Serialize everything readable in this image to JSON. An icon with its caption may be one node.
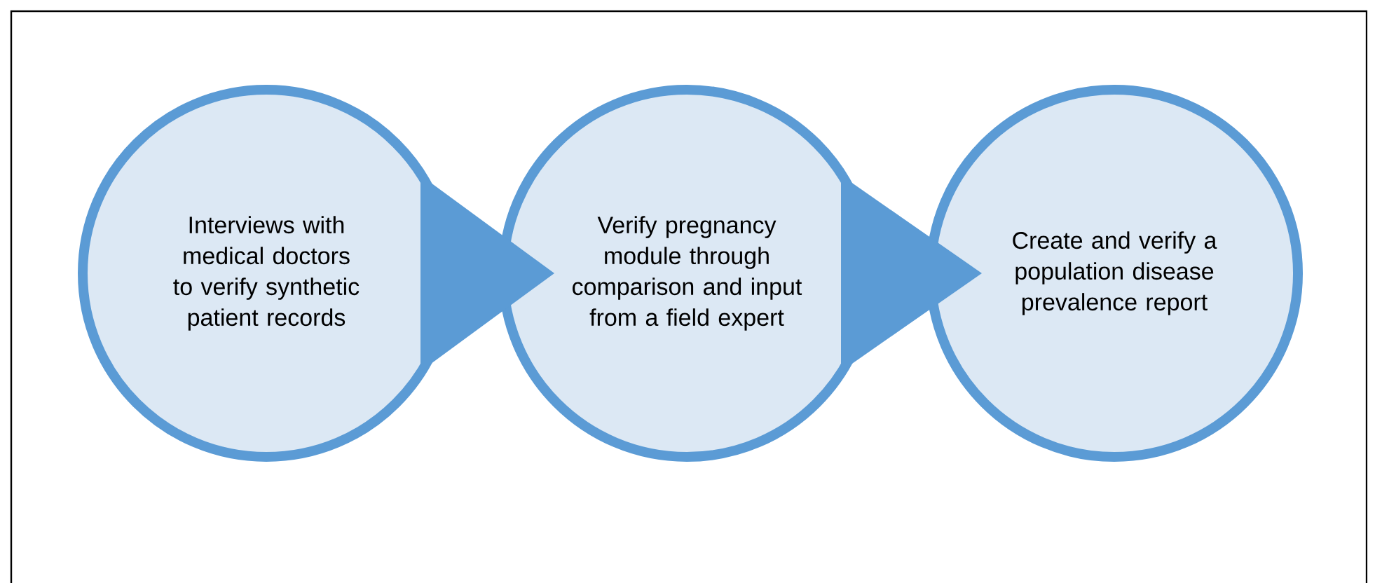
{
  "diagram": {
    "nodes": [
      {
        "text": [
          "Interviews with medical doctors to verify synthetic patient records"
        ]
      },
      {
        "text": [
          "Verify pregnancy module through comparison and input from a field expert"
        ]
      },
      {
        "text": [
          "Create and verify a population disease prevalence report"
        ]
      }
    ],
    "edges": [
      {
        "from": 0,
        "to": 1,
        "arrow": "to"
      },
      {
        "from": 1,
        "to": 2,
        "arrow": "to"
      }
    ]
  }
}
